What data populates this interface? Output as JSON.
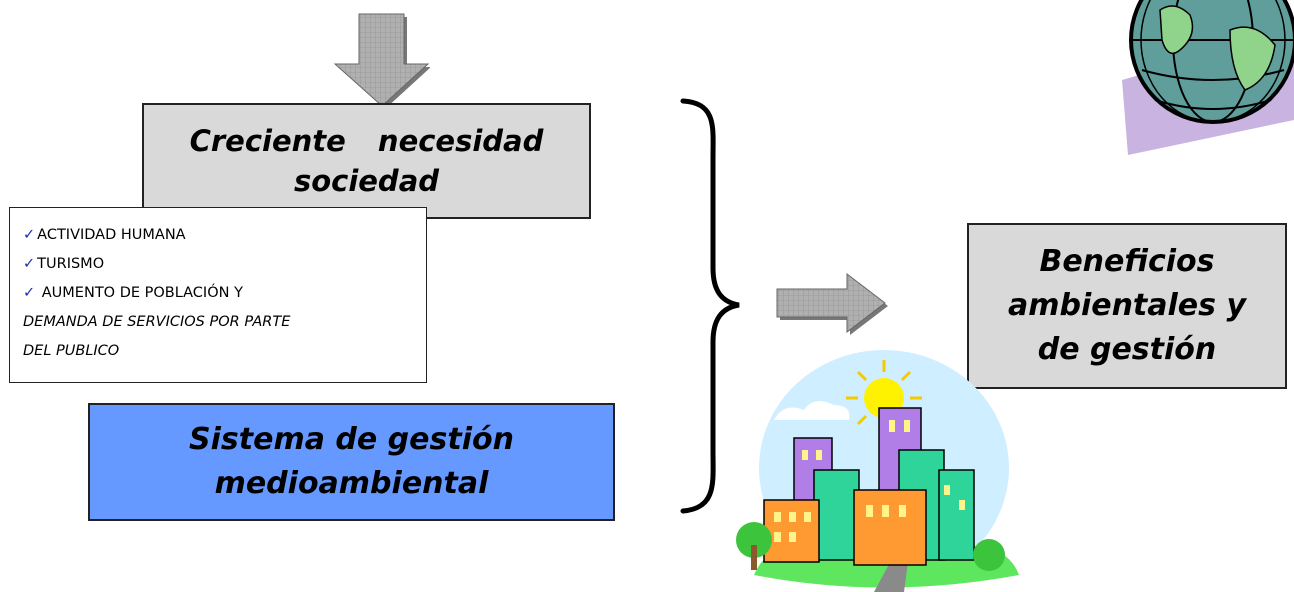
{
  "need_box": {
    "line1": "Creciente necesidad",
    "line2": "sociedad"
  },
  "list_box": {
    "items": [
      "ACTIVIDAD HUMANA",
      "TURISMO",
      "AUMENTO DE POBLACIÓN Y"
    ],
    "continuation": [
      "DEMANDA DE SERVICIOS POR PARTE",
      "DEL PUBLICO"
    ],
    "check_symbol": "✓"
  },
  "system_box": {
    "line1": "Sistema de gestión",
    "line2": "medioambiental"
  },
  "benefits_box": {
    "line1": "Beneficios",
    "line2": "ambientales y",
    "line3": "de gestión"
  },
  "colors": {
    "system_box_fill": "#6699ff",
    "gray_box_fill": "#d9d9d9",
    "check_color": "#1a2fb0"
  },
  "icons": [
    "down-arrow-icon",
    "right-arrow-icon",
    "curly-brace-icon",
    "globe-icon",
    "city-buildings-icon"
  ]
}
